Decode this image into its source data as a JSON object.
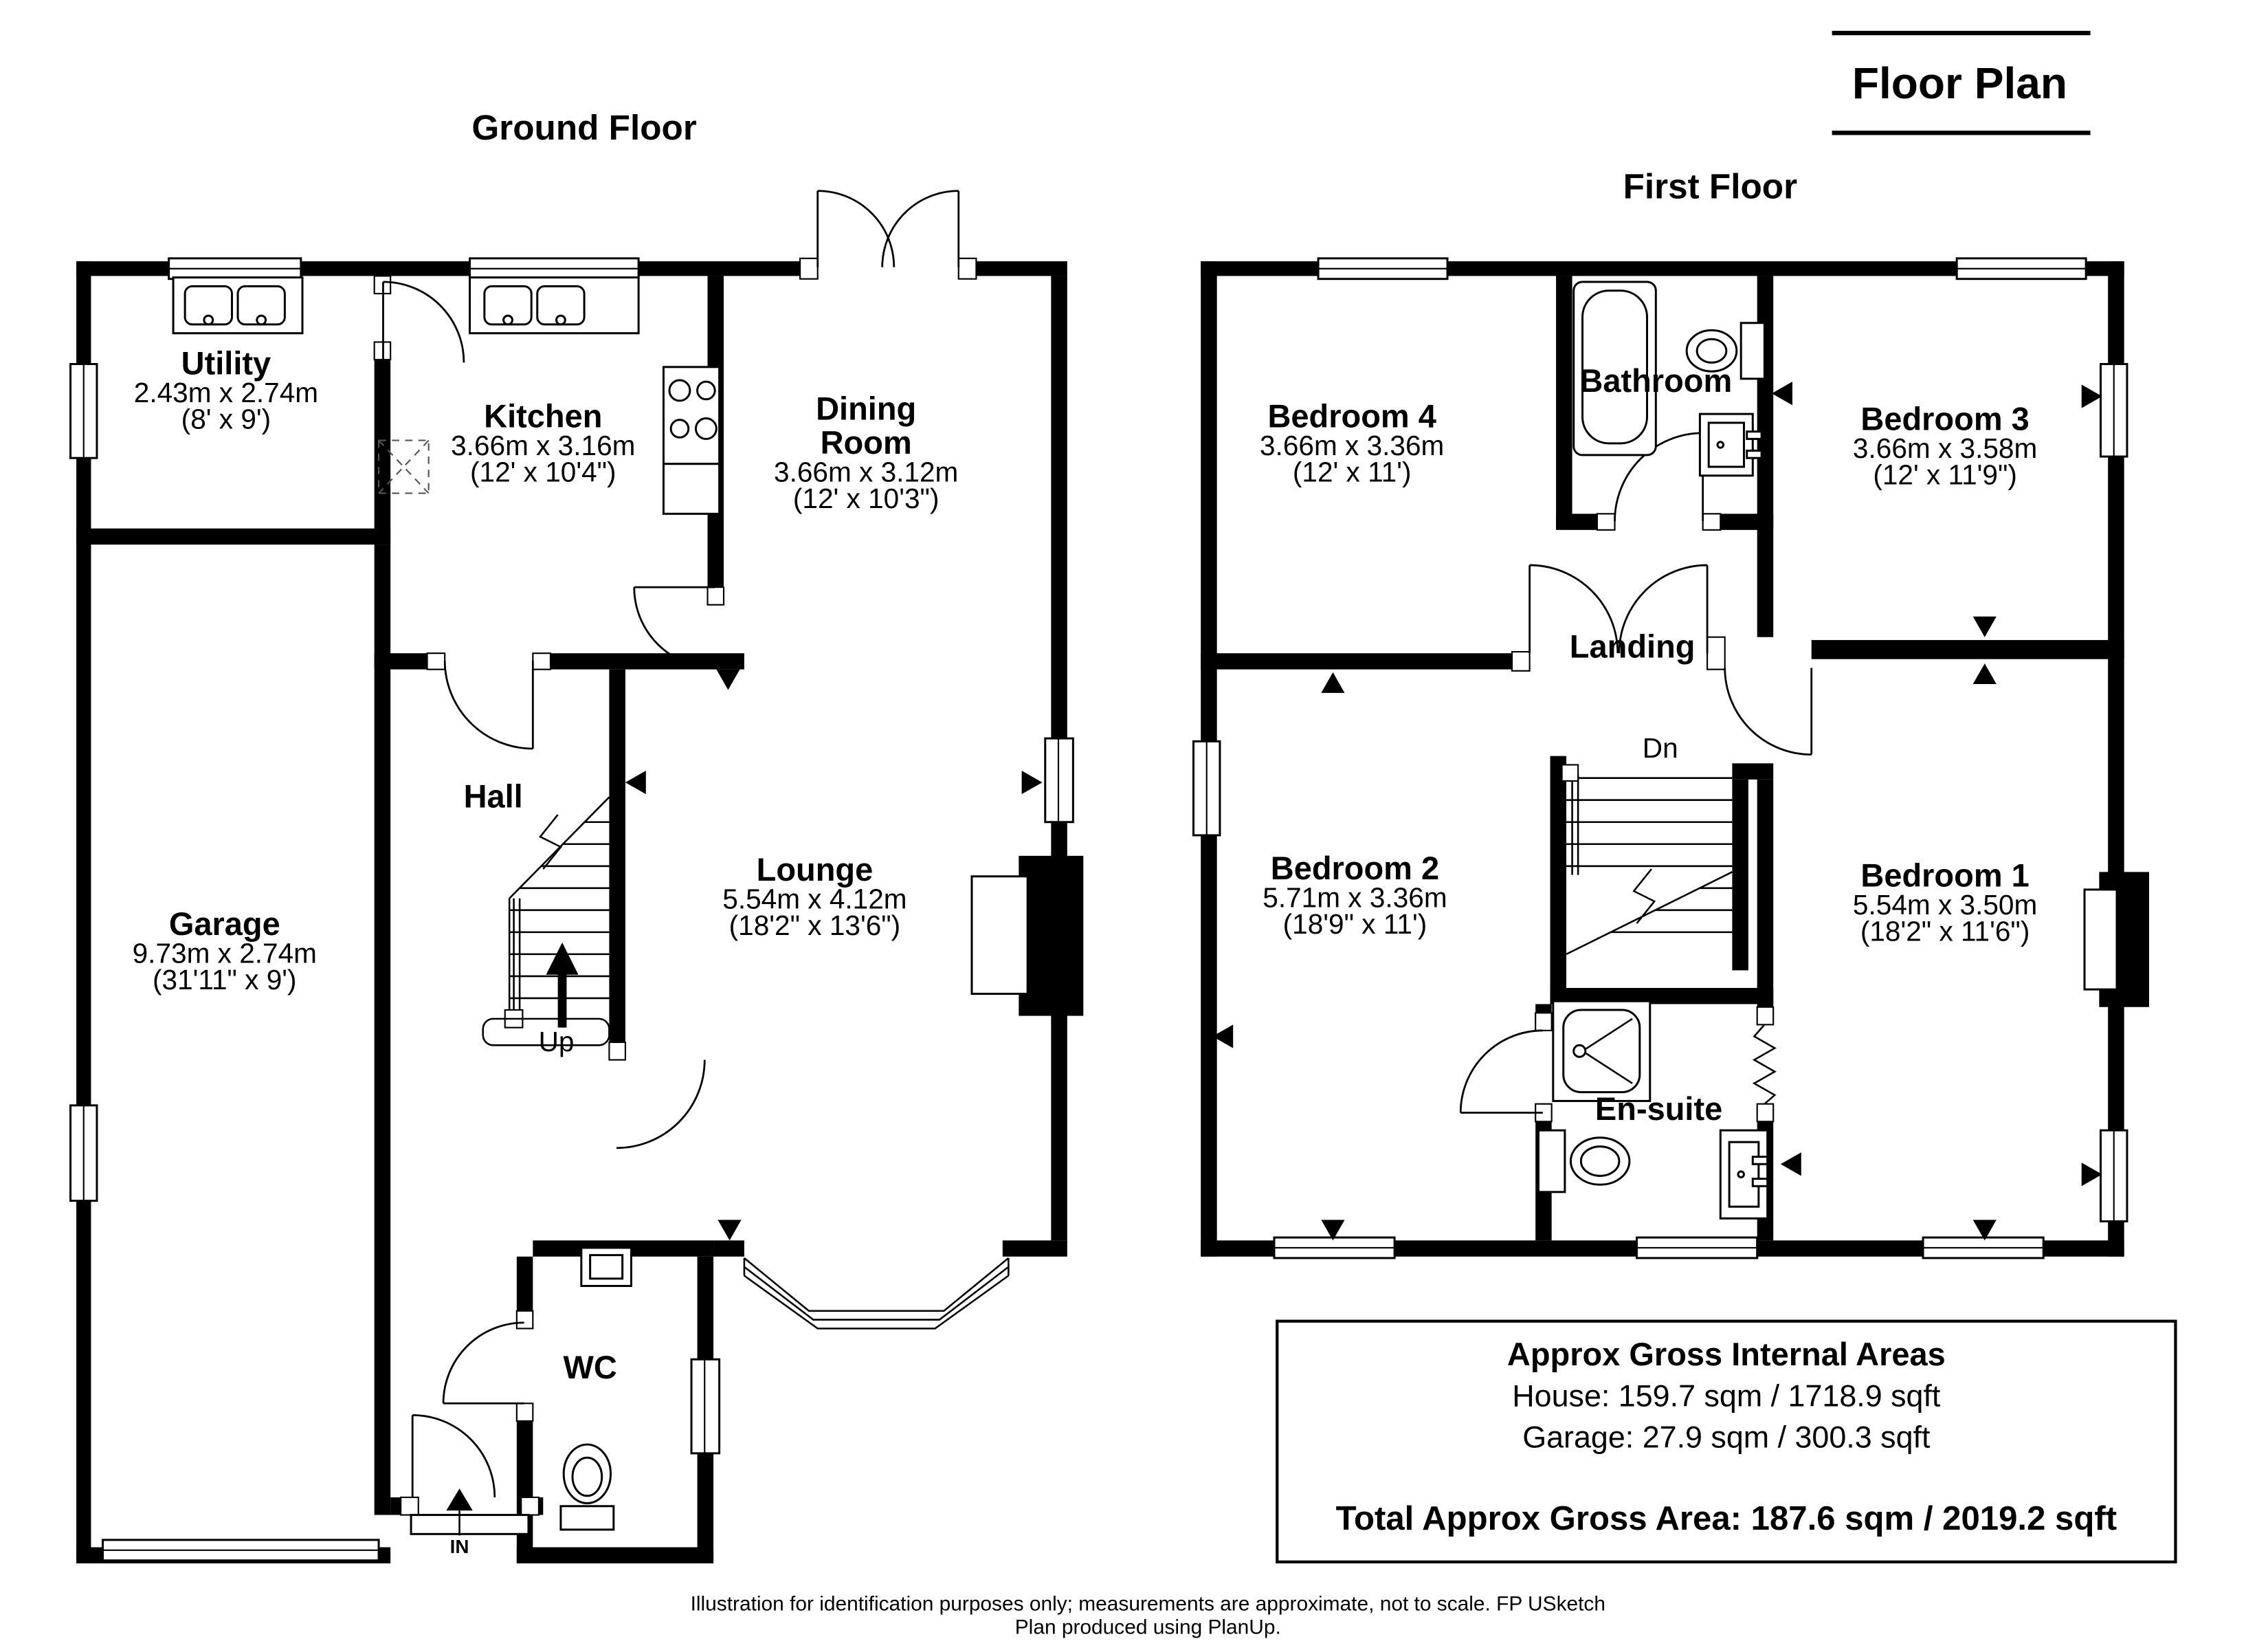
{
  "title": "Floor Plan",
  "ground_floor": {
    "heading": "Ground Floor",
    "rooms": {
      "utility": {
        "name": "Utility",
        "dim_metric": "2.43m x 2.74m",
        "dim_imperial": "(8' x 9')"
      },
      "kitchen": {
        "name": "Kitchen",
        "dim_metric": "3.66m x 3.16m",
        "dim_imperial": "(12' x 10'4\")"
      },
      "dining_room": {
        "name_line1": "Dining",
        "name_line2": "Room",
        "dim_metric": "3.66m x 3.12m",
        "dim_imperial": "(12' x 10'3\")"
      },
      "garage": {
        "name": "Garage",
        "dim_metric": "9.73m x 2.74m",
        "dim_imperial": "(31'11\" x 9')"
      },
      "hall": {
        "name": "Hall"
      },
      "lounge": {
        "name": "Lounge",
        "dim_metric": "5.54m x 4.12m",
        "dim_imperial": "(18'2\" x 13'6\")"
      },
      "wc": {
        "name": "WC"
      }
    },
    "stair_label": "Up",
    "entrance_label": "IN"
  },
  "first_floor": {
    "heading": "First Floor",
    "rooms": {
      "bedroom_4": {
        "name": "Bedroom 4",
        "dim_metric": "3.66m x 3.36m",
        "dim_imperial": "(12' x 11')"
      },
      "bathroom": {
        "name": "Bathroom"
      },
      "bedroom_3": {
        "name": "Bedroom 3",
        "dim_metric": "3.66m x 3.58m",
        "dim_imperial": "(12' x 11'9\")"
      },
      "landing": {
        "name": "Landing"
      },
      "bedroom_2": {
        "name": "Bedroom 2",
        "dim_metric": "5.71m x 3.36m",
        "dim_imperial": "(18'9\" x 11')"
      },
      "bedroom_1": {
        "name": "Bedroom 1",
        "dim_metric": "5.54m x 3.50m",
        "dim_imperial": "(18'2\" x 11'6\")"
      },
      "en_suite": {
        "name": "En-suite"
      }
    },
    "stair_label": "Dn"
  },
  "areas": {
    "heading": "Approx Gross Internal Areas",
    "house": "House: 159.7 sqm / 1718.9 sqft",
    "garage": "Garage: 27.9 sqm / 300.3 sqft",
    "total": "Total Approx Gross Area: 187.6 sqm / 2019.2 sqft"
  },
  "footer": {
    "line1": "Illustration for identification purposes only; measurements are approximate, not to scale. FP USketch",
    "line2": "Plan produced using PlanUp."
  },
  "colors": {
    "walls": "#000000",
    "background": "#ffffff",
    "text": "#000000"
  }
}
